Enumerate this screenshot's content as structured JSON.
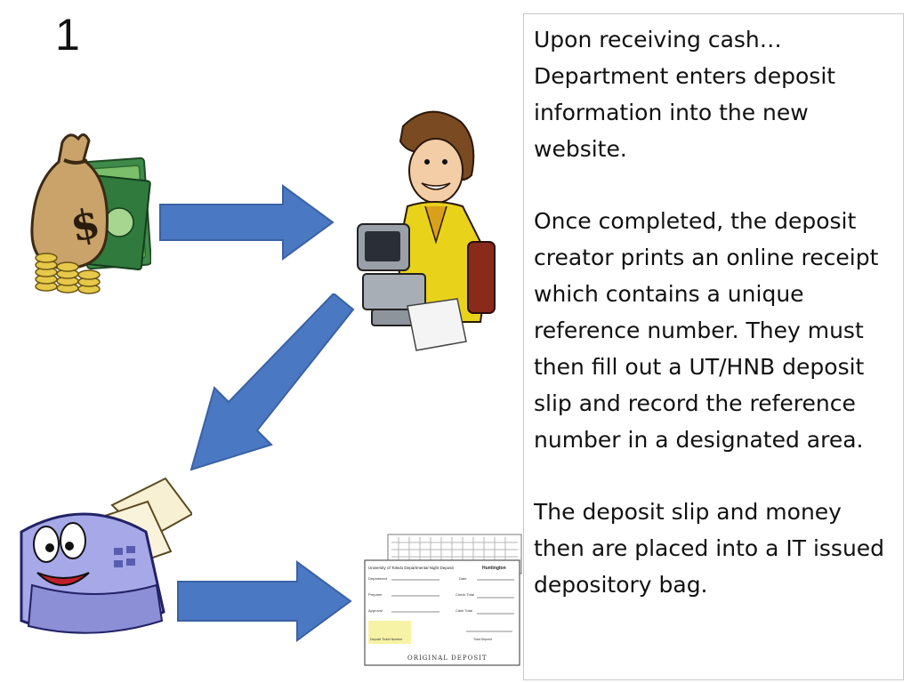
{
  "slide": {
    "number": "1"
  },
  "paragraphs": [
    "Upon receiving cash… Department enters deposit information into the new website.",
    "Once completed, the deposit creator prints an online receipt which contains a unique reference number. They must then fill out a UT/HNB deposit slip and record the reference number in a designated area.",
    "The deposit slip and money then are placed into a IT issued  depository bag."
  ],
  "slip": {
    "header": "University of Toledo Departmental Night Deposit",
    "bank": "Huntington",
    "fields": [
      "Department",
      "Preparer",
      "Approval"
    ],
    "right_fields": [
      "Date",
      "Check Total",
      "Cash Total"
    ],
    "ref_label": "Deposit Ticket Number",
    "total_label": "Total Deposit",
    "footer": "ORIGINAL DEPOSIT"
  },
  "colors": {
    "arrow": "#4a78c2",
    "arrow_edge": "#3a62a4",
    "slip_highlight": "#f7f3a6"
  }
}
